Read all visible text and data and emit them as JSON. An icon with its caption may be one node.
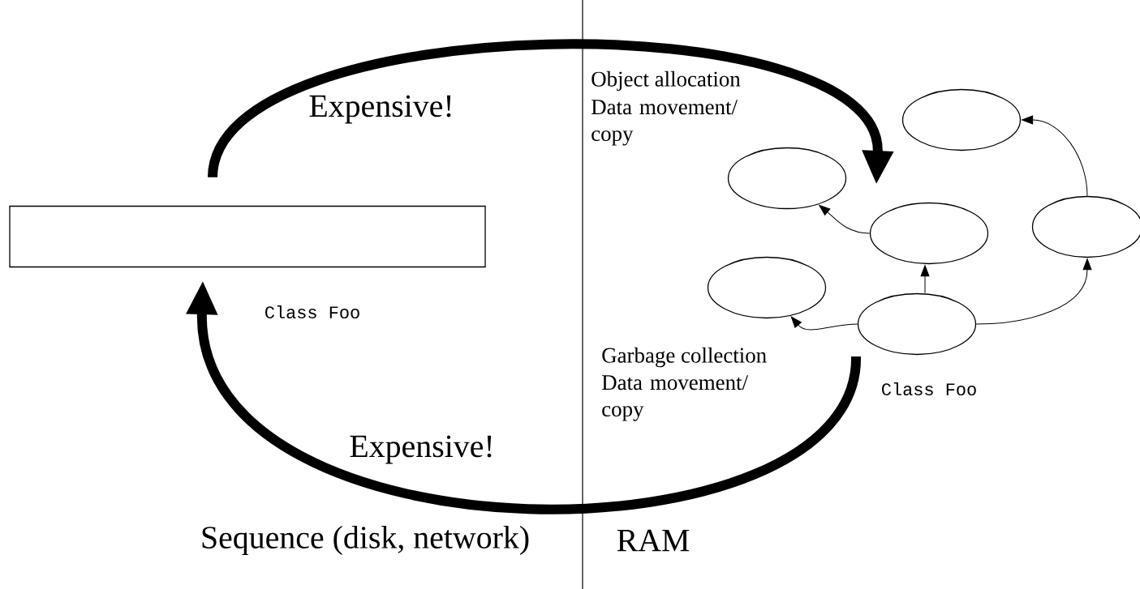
{
  "diagram": {
    "nodes": [
      {
        "text": [],
        "shape": "box",
        "beside": [
          "Class Foo"
        ]
      },
      {
        "text": [],
        "shape": "ellipse"
      },
      {
        "text": [],
        "shape": "ellipse"
      },
      {
        "text": [],
        "shape": "ellipse"
      },
      {
        "text": [],
        "shape": "ellipse"
      },
      {
        "text": [],
        "shape": "ellipse"
      },
      {
        "text": [],
        "shape": "ellipse",
        "beside": [
          "Class Foo"
        ]
      }
    ],
    "edges": [
      {
        "from": 0,
        "to": null,
        "arrow": "to",
        "label": "Expensive!",
        "style": "thick"
      },
      {
        "from": null,
        "to": 0,
        "arrow": "to",
        "label": "Expensive!",
        "style": "thick"
      },
      {
        "from": 6,
        "to": 5,
        "arrow": "to"
      },
      {
        "from": 6,
        "to": 3,
        "arrow": "to"
      },
      {
        "from": 6,
        "to": 4,
        "arrow": "to"
      },
      {
        "from": 3,
        "to": 2,
        "arrow": "to"
      },
      {
        "from": 4,
        "to": 1,
        "arrow": "to"
      }
    ],
    "labels": [
      "Object allocation",
      "Data movement/ copy",
      "Garbage collection",
      "Data movement/ copy",
      "Sequence (disk, network)",
      "RAM"
    ]
  }
}
